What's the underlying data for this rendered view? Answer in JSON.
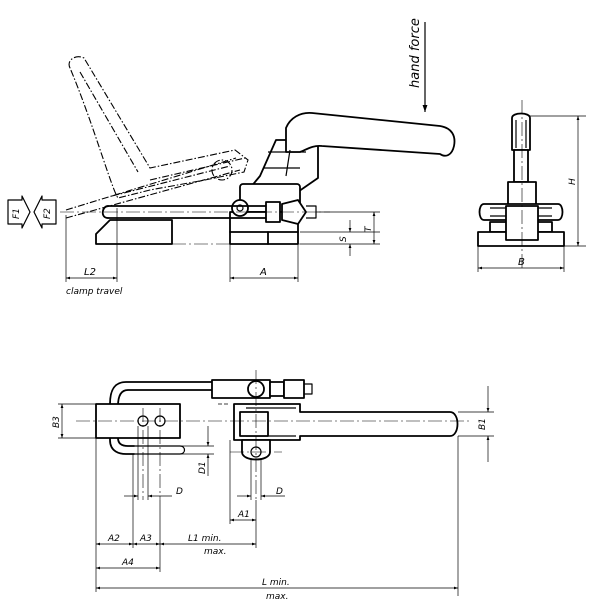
{
  "labels": {
    "hand_force": "hand force",
    "f1": "F1",
    "f2": "F2",
    "l2": "L2",
    "clamp_travel": "clamp travel",
    "s": "S",
    "t": "T",
    "a": "A",
    "h": "H",
    "b": "B",
    "b1": "B1",
    "b3": "B3",
    "d1": "D1",
    "d_left": "D",
    "d_right": "D",
    "a1": "A1",
    "a2": "A2",
    "a3": "A3",
    "a4": "A4",
    "l1_min": "L1 min.",
    "l1_max": "max.",
    "l_min": "L min.",
    "l_max": "max."
  }
}
